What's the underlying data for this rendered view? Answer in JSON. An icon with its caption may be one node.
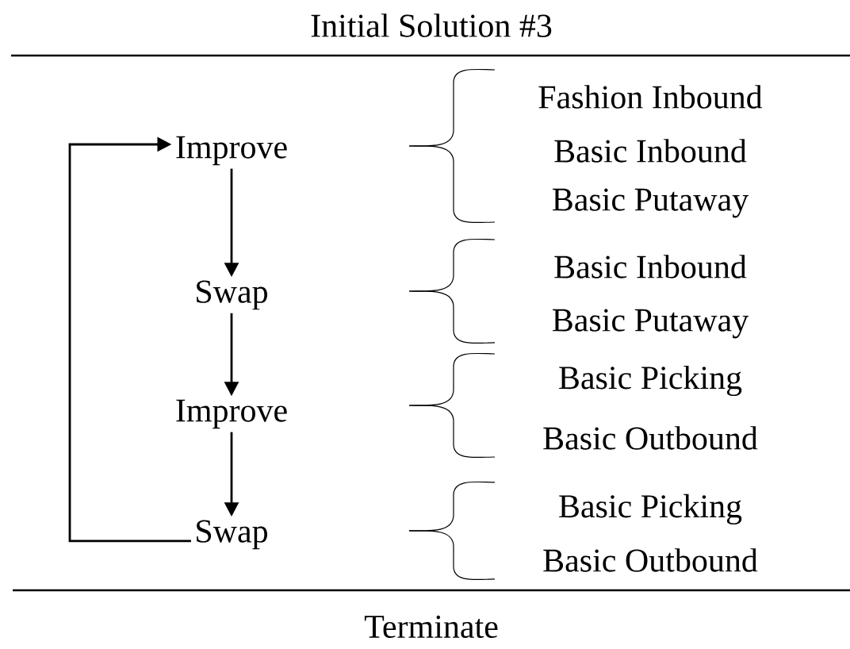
{
  "diagram": {
    "title": "Initial Solution #3",
    "nodes": [
      {
        "text": [
          "Improve"
        ],
        "beside": [
          "Fashion Inbound",
          "Basic Inbound",
          "Basic Putaway"
        ]
      },
      {
        "text": [
          "Swap"
        ],
        "beside": [
          "Basic Inbound",
          "Basic Putaway"
        ]
      },
      {
        "text": [
          "Improve"
        ],
        "beside": [
          "Basic Picking",
          "Basic Outbound"
        ]
      },
      {
        "text": [
          "Swap"
        ],
        "beside": [
          "Basic Picking",
          "Basic Outbound"
        ]
      }
    ],
    "edges": [
      {
        "from": 0,
        "to": 1,
        "arrow": "to"
      },
      {
        "from": 1,
        "to": 2,
        "arrow": "to"
      },
      {
        "from": 2,
        "to": 3,
        "arrow": "to"
      },
      {
        "from": 3,
        "to": 0,
        "arrow": "to"
      }
    ],
    "labels": [
      "Terminate"
    ]
  }
}
